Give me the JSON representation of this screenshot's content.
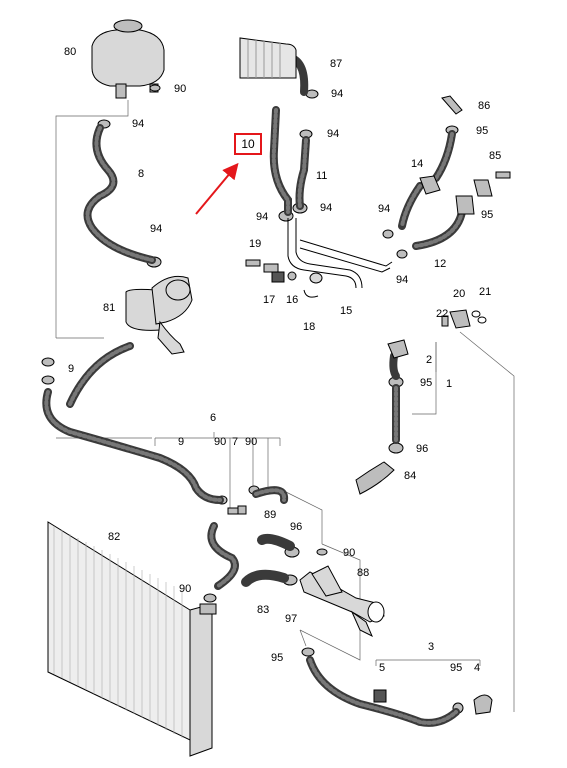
{
  "diagram": {
    "labels": {
      "l80": "80",
      "l90a": "90",
      "l94a": "94",
      "l8": "8",
      "l94b": "94",
      "l81": "81",
      "l9a": "9",
      "l87": "87",
      "l94c": "94",
      "l94d": "94",
      "l10": "10",
      "l11": "11",
      "l94e": "94",
      "l94f": "94",
      "l19": "19",
      "l17": "17",
      "l16": "16",
      "l15": "15",
      "l18": "18",
      "l86": "86",
      "l95a": "95",
      "l14": "14",
      "l85": "85",
      "l95b": "95",
      "l94g": "94",
      "l94h": "94",
      "l12": "12",
      "l20": "20",
      "l21": "21",
      "l22": "22",
      "l2": "2",
      "l95c": "95",
      "l1": "1",
      "l96a": "96",
      "l84": "84",
      "l6": "6",
      "l9b": "9",
      "l90b": "90",
      "l7": "7",
      "l90c": "90",
      "l82": "82",
      "l89": "89",
      "l96b": "96",
      "l90d": "90",
      "l88": "88",
      "l90e": "90",
      "l83": "83",
      "l97": "97",
      "l3": "3",
      "l95d": "95",
      "l5": "5",
      "l95e": "95",
      "l4": "4"
    },
    "highlight": {
      "part": "10",
      "color": "#e4171b"
    },
    "colors": {
      "line": "#000000",
      "part_fill": "#d8d8d8",
      "hose_fill": "#3a3a3a",
      "callout": "#e4171b"
    }
  }
}
